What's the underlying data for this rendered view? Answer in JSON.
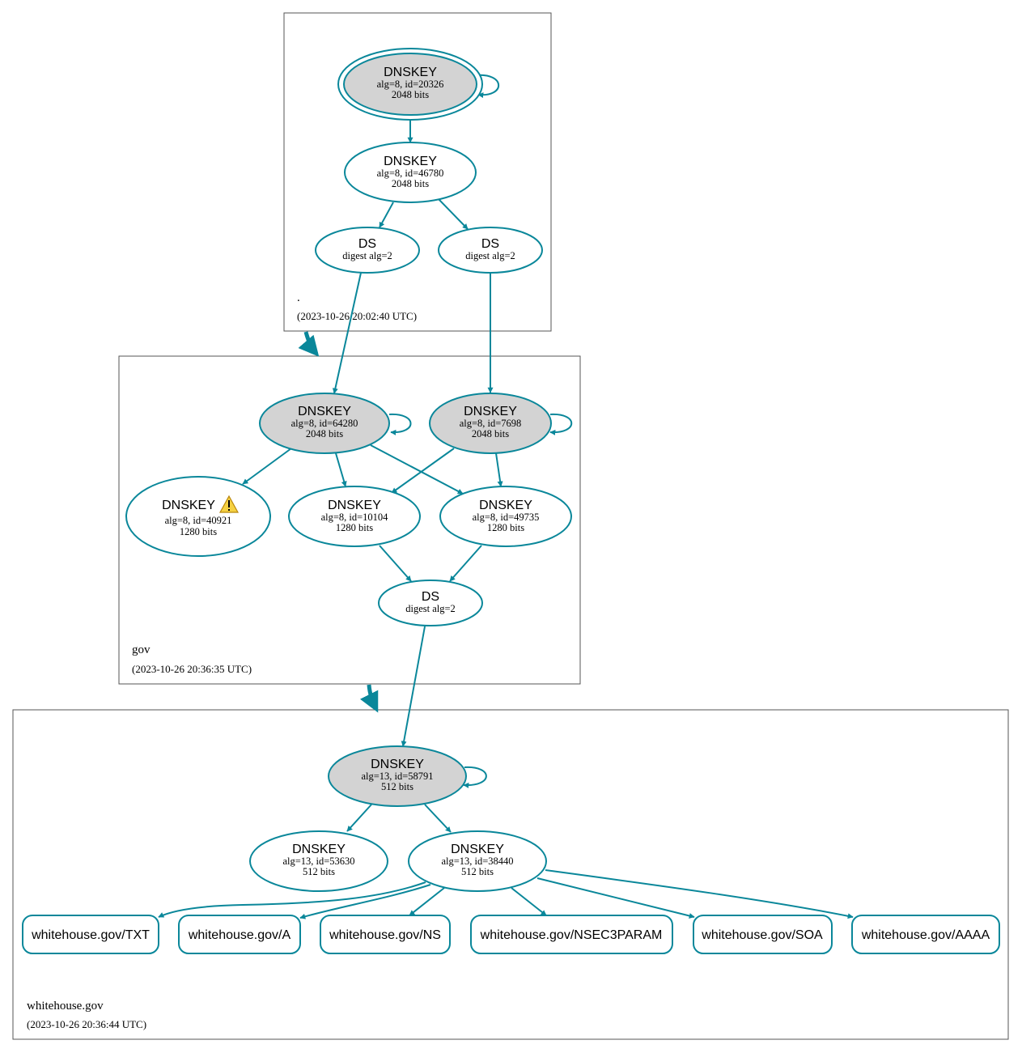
{
  "colors": {
    "edge": "#0a879a",
    "sep_fill": "#d3d3d3",
    "node_fill": "#ffffff",
    "zone_border": "#555555"
  },
  "zones": {
    "root": {
      "name": ".",
      "time": "(2023-10-26 20:02:40 UTC)"
    },
    "gov": {
      "name": "gov",
      "time": "(2023-10-26 20:36:35 UTC)"
    },
    "whitehouse": {
      "name": "whitehouse.gov",
      "time": "(2023-10-26 20:36:44 UTC)"
    }
  },
  "nodes": {
    "root_ksk": {
      "type": "DNSKEY",
      "info": "alg=8, id=20326",
      "bits": "2048 bits"
    },
    "root_zsk": {
      "type": "DNSKEY",
      "info": "alg=8, id=46780",
      "bits": "2048 bits"
    },
    "root_ds1": {
      "type": "DS",
      "info": "digest alg=2"
    },
    "root_ds2": {
      "type": "DS",
      "info": "digest alg=2"
    },
    "gov_ksk1": {
      "type": "DNSKEY",
      "info": "alg=8, id=64280",
      "bits": "2048 bits"
    },
    "gov_ksk2": {
      "type": "DNSKEY",
      "info": "alg=8, id=7698",
      "bits": "2048 bits"
    },
    "gov_key40921": {
      "type": "DNSKEY",
      "info": "alg=8, id=40921",
      "bits": "1280 bits"
    },
    "gov_key10104": {
      "type": "DNSKEY",
      "info": "alg=8, id=10104",
      "bits": "1280 bits"
    },
    "gov_key49735": {
      "type": "DNSKEY",
      "info": "alg=8, id=49735",
      "bits": "1280 bits"
    },
    "gov_ds": {
      "type": "DS",
      "info": "digest alg=2"
    },
    "wh_ksk": {
      "type": "DNSKEY",
      "info": "alg=13, id=58791",
      "bits": "512 bits"
    },
    "wh_key53630": {
      "type": "DNSKEY",
      "info": "alg=13, id=53630",
      "bits": "512 bits"
    },
    "wh_key38440": {
      "type": "DNSKEY",
      "info": "alg=13, id=38440",
      "bits": "512 bits"
    }
  },
  "records": {
    "txt": "whitehouse.gov/TXT",
    "a": "whitehouse.gov/A",
    "ns": "whitehouse.gov/NS",
    "nsec3param": "whitehouse.gov/NSEC3PARAM",
    "soa": "whitehouse.gov/SOA",
    "aaaa": "whitehouse.gov/AAAA"
  }
}
